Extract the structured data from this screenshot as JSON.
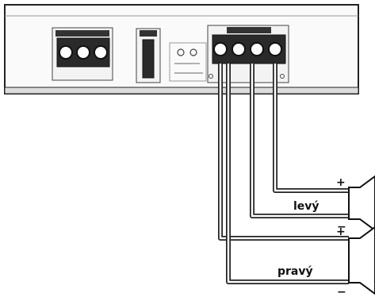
{
  "colors": {
    "outline": "#222222",
    "panel_fill": "#f3f3f3",
    "terminal_fill": "#2a2a2a",
    "wire": "#222222",
    "speaker_fill": "#ffffff"
  },
  "icons": [
    "screw-terminal-icon",
    "fuse-icon",
    "led-icon",
    "speaker-icon"
  ],
  "amplifier": {
    "power_terminal_count": 3,
    "speaker_terminal_count": 4
  },
  "speakers": [
    {
      "name": "levý",
      "plus": "+",
      "minus": "−"
    },
    {
      "name": "pravý",
      "plus": "+",
      "minus": "−"
    }
  ]
}
